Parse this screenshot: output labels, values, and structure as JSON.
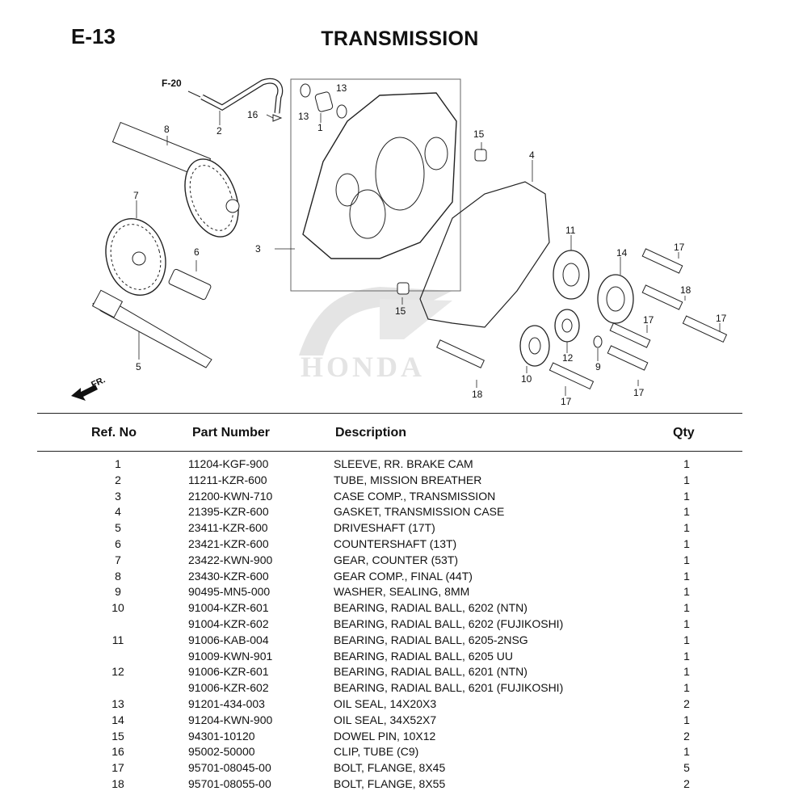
{
  "page_code": "E-13",
  "title": "TRANSMISSION",
  "diagram": {
    "ref_label": "F-20",
    "front_label": "FR.",
    "watermark": "HONDA",
    "callouts": [
      "1",
      "2",
      "3",
      "4",
      "5",
      "6",
      "7",
      "8",
      "9",
      "10",
      "11",
      "12",
      "13",
      "13",
      "14",
      "15",
      "15",
      "16",
      "17",
      "17",
      "17",
      "17",
      "17",
      "18",
      "18"
    ]
  },
  "table": {
    "headers": {
      "ref": "Ref. No",
      "part": "Part Number",
      "desc": "Description",
      "qty": "Qty"
    },
    "rows": [
      {
        "ref": "1",
        "part": "11204-KGF-900",
        "desc": "SLEEVE, RR. BRAKE CAM",
        "qty": "1"
      },
      {
        "ref": "2",
        "part": "11211-KZR-600",
        "desc": "TUBE, MISSION BREATHER",
        "qty": "1"
      },
      {
        "ref": "3",
        "part": "21200-KWN-710",
        "desc": "CASE COMP., TRANSMISSION",
        "qty": "1"
      },
      {
        "ref": "4",
        "part": "21395-KZR-600",
        "desc": "GASKET, TRANSMISSION CASE",
        "qty": "1"
      },
      {
        "ref": "5",
        "part": "23411-KZR-600",
        "desc": "DRIVESHAFT (17T)",
        "qty": "1"
      },
      {
        "ref": "6",
        "part": "23421-KZR-600",
        "desc": "COUNTERSHAFT (13T)",
        "qty": "1"
      },
      {
        "ref": "7",
        "part": "23422-KWN-900",
        "desc": "GEAR, COUNTER (53T)",
        "qty": "1"
      },
      {
        "ref": "8",
        "part": "23430-KZR-600",
        "desc": "GEAR COMP., FINAL (44T)",
        "qty": "1"
      },
      {
        "ref": "9",
        "part": "90495-MN5-000",
        "desc": "WASHER, SEALING, 8MM",
        "qty": "1"
      },
      {
        "ref": "10",
        "part": "91004-KZR-601",
        "desc": "BEARING, RADIAL BALL, 6202 (NTN)",
        "qty": "1"
      },
      {
        "ref": "",
        "part": "91004-KZR-602",
        "desc": "BEARING, RADIAL BALL, 6202 (FUJIKOSHI)",
        "qty": "1"
      },
      {
        "ref": "11",
        "part": "91006-KAB-004",
        "desc": "BEARING, RADIAL BALL, 6205-2NSG",
        "qty": "1"
      },
      {
        "ref": "",
        "part": "91009-KWN-901",
        "desc": "BEARING, RADIAL BALL, 6205 UU",
        "qty": "1"
      },
      {
        "ref": "12",
        "part": "91006-KZR-601",
        "desc": "BEARING, RADIAL BALL, 6201 (NTN)",
        "qty": "1"
      },
      {
        "ref": "",
        "part": "91006-KZR-602",
        "desc": "BEARING, RADIAL BALL, 6201 (FUJIKOSHI)",
        "qty": "1"
      },
      {
        "ref": "13",
        "part": "91201-434-003",
        "desc": "OIL SEAL, 14X20X3",
        "qty": "2"
      },
      {
        "ref": "14",
        "part": "91204-KWN-900",
        "desc": "OIL SEAL, 34X52X7",
        "qty": "1"
      },
      {
        "ref": "15",
        "part": "94301-10120",
        "desc": "DOWEL PIN, 10X12",
        "qty": "2"
      },
      {
        "ref": "16",
        "part": "95002-50000",
        "desc": "CLIP, TUBE (C9)",
        "qty": "1"
      },
      {
        "ref": "17",
        "part": "95701-08045-00",
        "desc": "BOLT, FLANGE, 8X45",
        "qty": "5"
      },
      {
        "ref": "18",
        "part": "95701-08055-00",
        "desc": "BOLT, FLANGE, 8X55",
        "qty": "2"
      }
    ]
  }
}
